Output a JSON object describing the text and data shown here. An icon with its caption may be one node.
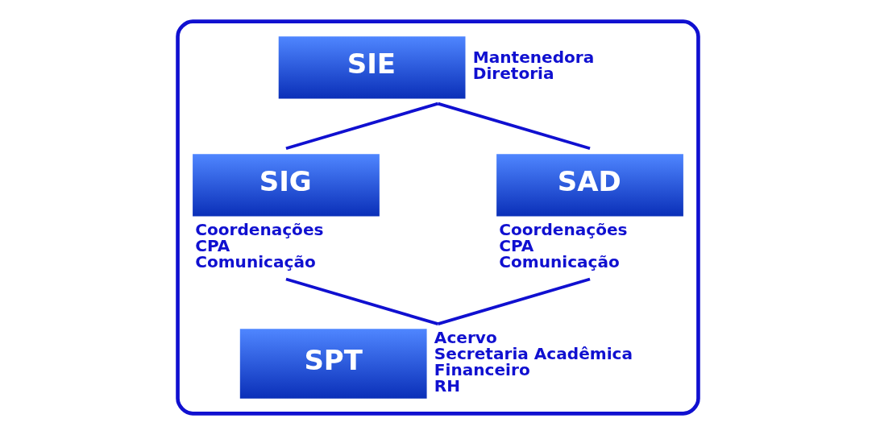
{
  "diagram": {
    "nodes": [
      {
        "text": [],
        "shape": "box"
      },
      {
        "text": [
          "SIE"
        ],
        "in": 0,
        "beside": [
          "Mantenedora",
          "Diretoria"
        ]
      },
      {
        "text": [
          "SIG"
        ],
        "in": 0,
        "beside": [
          "Coordenações",
          "CPA",
          "Comunicação"
        ]
      },
      {
        "text": [
          "SAD"
        ],
        "in": 0,
        "beside": [
          "Coordenações",
          "CPA",
          "Comunicação"
        ]
      },
      {
        "text": [
          "SPT"
        ],
        "in": 0,
        "beside": [
          "Acervo",
          "Secretaria Acadêmica",
          "Financeiro",
          "RH"
        ]
      }
    ],
    "edges": [
      {
        "from": 1,
        "to": 2,
        "arrow": "none"
      },
      {
        "from": 1,
        "to": 3,
        "arrow": "none"
      },
      {
        "from": 2,
        "to": 4,
        "arrow": "none"
      },
      {
        "from": 3,
        "to": 4,
        "arrow": "none"
      }
    ]
  }
}
